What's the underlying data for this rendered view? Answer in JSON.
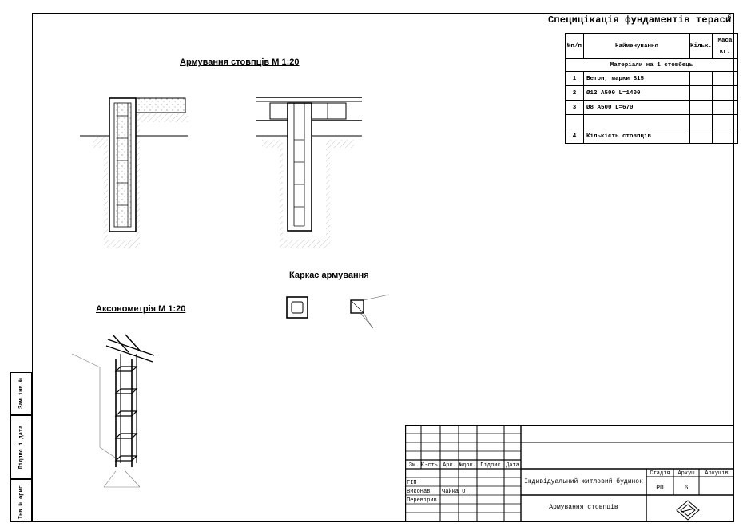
{
  "spec_table": {
    "title": "Специцікація фундаментів тераси",
    "sheet_number": "6",
    "headers": {
      "num": "№п/п",
      "name": "Найменування",
      "qty": "Кільк.",
      "mass": "Маса кг."
    },
    "section": "Матеріали на 1 стовбець",
    "rows": [
      {
        "num": "1",
        "name": "Бетон, марки В15",
        "qty": "",
        "mass": ""
      },
      {
        "num": "2",
        "name": "Ø12 А500  L=1400",
        "qty": "",
        "mass": ""
      },
      {
        "num": "3",
        "name": "Ø8 А500  L=670",
        "qty": "",
        "mass": ""
      },
      {
        "num": "",
        "name": "",
        "qty": "",
        "mass": ""
      },
      {
        "num": "4",
        "name": "Кількість стовпців",
        "qty": "",
        "mass": ""
      }
    ]
  },
  "drawings": {
    "reinforcement_title": "Армування стовпців  М 1:20",
    "frame_title": "Каркас армування",
    "axonometry_title": "Аксонометрія  М 1:20"
  },
  "side_stamp": {
    "inv_replace": "Зам.інв.№",
    "sign_date": "Підпис і дата",
    "inv_orig": "Інв.№ ориг."
  },
  "title_block": {
    "col_headers": [
      "Зм.",
      "К-сть.",
      "Арк.",
      "№док.",
      "Підпис",
      "Дата"
    ],
    "roles": [
      "ГІП",
      "Виконав",
      "Перевірив"
    ],
    "executor": "Чайка О.",
    "project": "Індивідуальний житловий будинок",
    "stage_label": "Стадія",
    "sheet_label": "Аркуш",
    "sheets_label": "Аркушів",
    "stage_value": "РП",
    "sheet_value": "6",
    "sheets_value": "",
    "sheet_name": "Армування стовпців"
  }
}
